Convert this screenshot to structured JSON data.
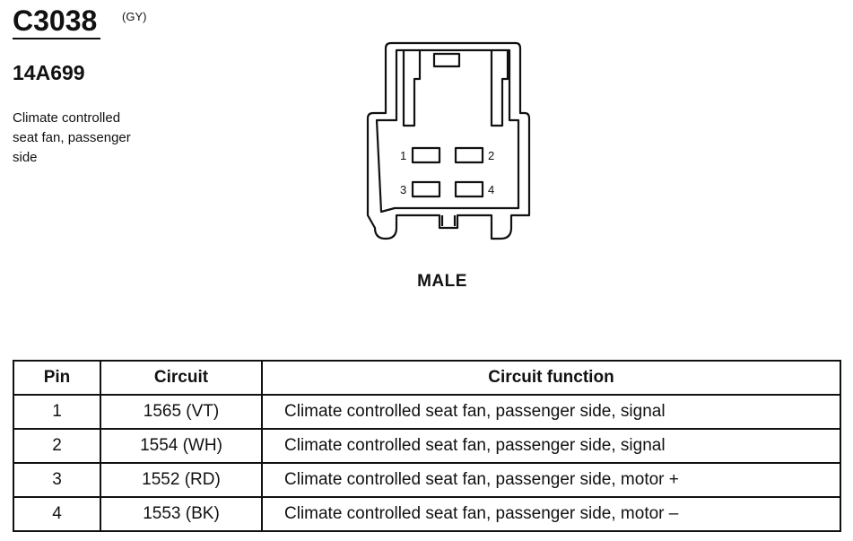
{
  "connector": {
    "id": "C3038",
    "color_code": "(GY)",
    "part_number": "14A699",
    "description_lines": [
      "Climate controlled",
      "seat fan, passenger",
      "side"
    ]
  },
  "diagram": {
    "pin_labels": [
      "1",
      "2",
      "3",
      "4"
    ],
    "gender": "MALE"
  },
  "table": {
    "headers": [
      "Pin",
      "Circuit",
      "Circuit function"
    ],
    "rows": [
      {
        "pin": "1",
        "circuit": "1565 (VT)",
        "function": "Climate controlled seat fan, passenger side, signal"
      },
      {
        "pin": "2",
        "circuit": "1554 (WH)",
        "function": "Climate controlled seat fan, passenger side, signal"
      },
      {
        "pin": "3",
        "circuit": "1552 (RD)",
        "function": "Climate controlled seat fan, passenger side, motor +"
      },
      {
        "pin": "4",
        "circuit": "1553 (BK)",
        "function": "Climate controlled seat fan, passenger side, motor –"
      }
    ]
  }
}
